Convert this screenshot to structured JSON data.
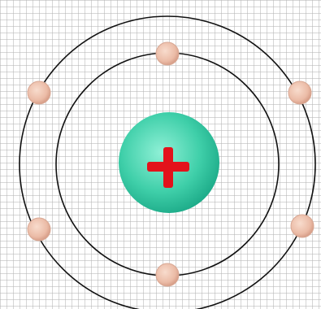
{
  "diagram": {
    "orbits": [
      {
        "name": "inner-orbit",
        "electrons": 2
      },
      {
        "name": "outer-orbit",
        "electrons": 4
      }
    ],
    "nucleus": {
      "symbol": "plus",
      "charge": "positive"
    },
    "colors": {
      "grid": "#b4b4b4",
      "orbit": "#111111",
      "nucleus_light": "#8ff0d6",
      "nucleus_dark": "#1aa886",
      "plus": "#e3121b",
      "electron_light": "#f5d2c2",
      "electron_dark": "#d49a84"
    }
  }
}
